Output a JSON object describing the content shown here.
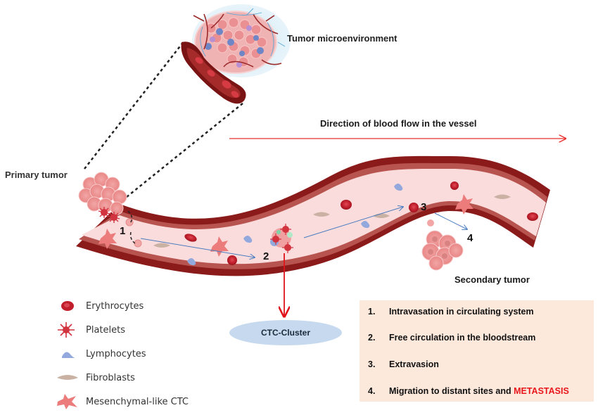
{
  "figure": {
    "title_microenvironment": "Tumor microenvironment",
    "flow_direction_label": "Direction of blood flow in the vessel",
    "primary_tumor_label": "Primary tumor",
    "secondary_tumor_label": "Secondary tumor",
    "ctc_cluster_label": "CTC-Cluster",
    "step_markers": [
      "1",
      "2",
      "3",
      "4"
    ]
  },
  "legend": {
    "items": [
      {
        "icon": "erythrocyte-icon",
        "label": "Erythrocytes"
      },
      {
        "icon": "platelet-icon",
        "label": "Platelets"
      },
      {
        "icon": "lymphocyte-icon",
        "label": "Lymphocytes"
      },
      {
        "icon": "fibroblast-icon",
        "label": "Fibroblasts"
      },
      {
        "icon": "mesenchymal-ctc-icon",
        "label": "Mesenchymal-like CTC"
      }
    ]
  },
  "steps": {
    "items": [
      {
        "number": "1.",
        "text": "Intravasation in circulating system",
        "highlight": ""
      },
      {
        "number": "2.",
        "text": "Free circulation in the bloodstream",
        "highlight": ""
      },
      {
        "number": "3.",
        "text": "Extravasion",
        "highlight": ""
      },
      {
        "number": "4.",
        "text": "Migration to distant sites and ",
        "highlight": "METASTASIS"
      }
    ]
  },
  "colors": {
    "vessel_outer": "#8b1a1a",
    "vessel_mid": "#b85450",
    "vessel_lumen": "#fbdcdc",
    "flow_arrow": "#e8312f",
    "path_arrow": "#4a7cc0",
    "cluster_fill": "#c6d9ee",
    "steps_box": "#fde9dc",
    "highlight": "#e8161b"
  }
}
